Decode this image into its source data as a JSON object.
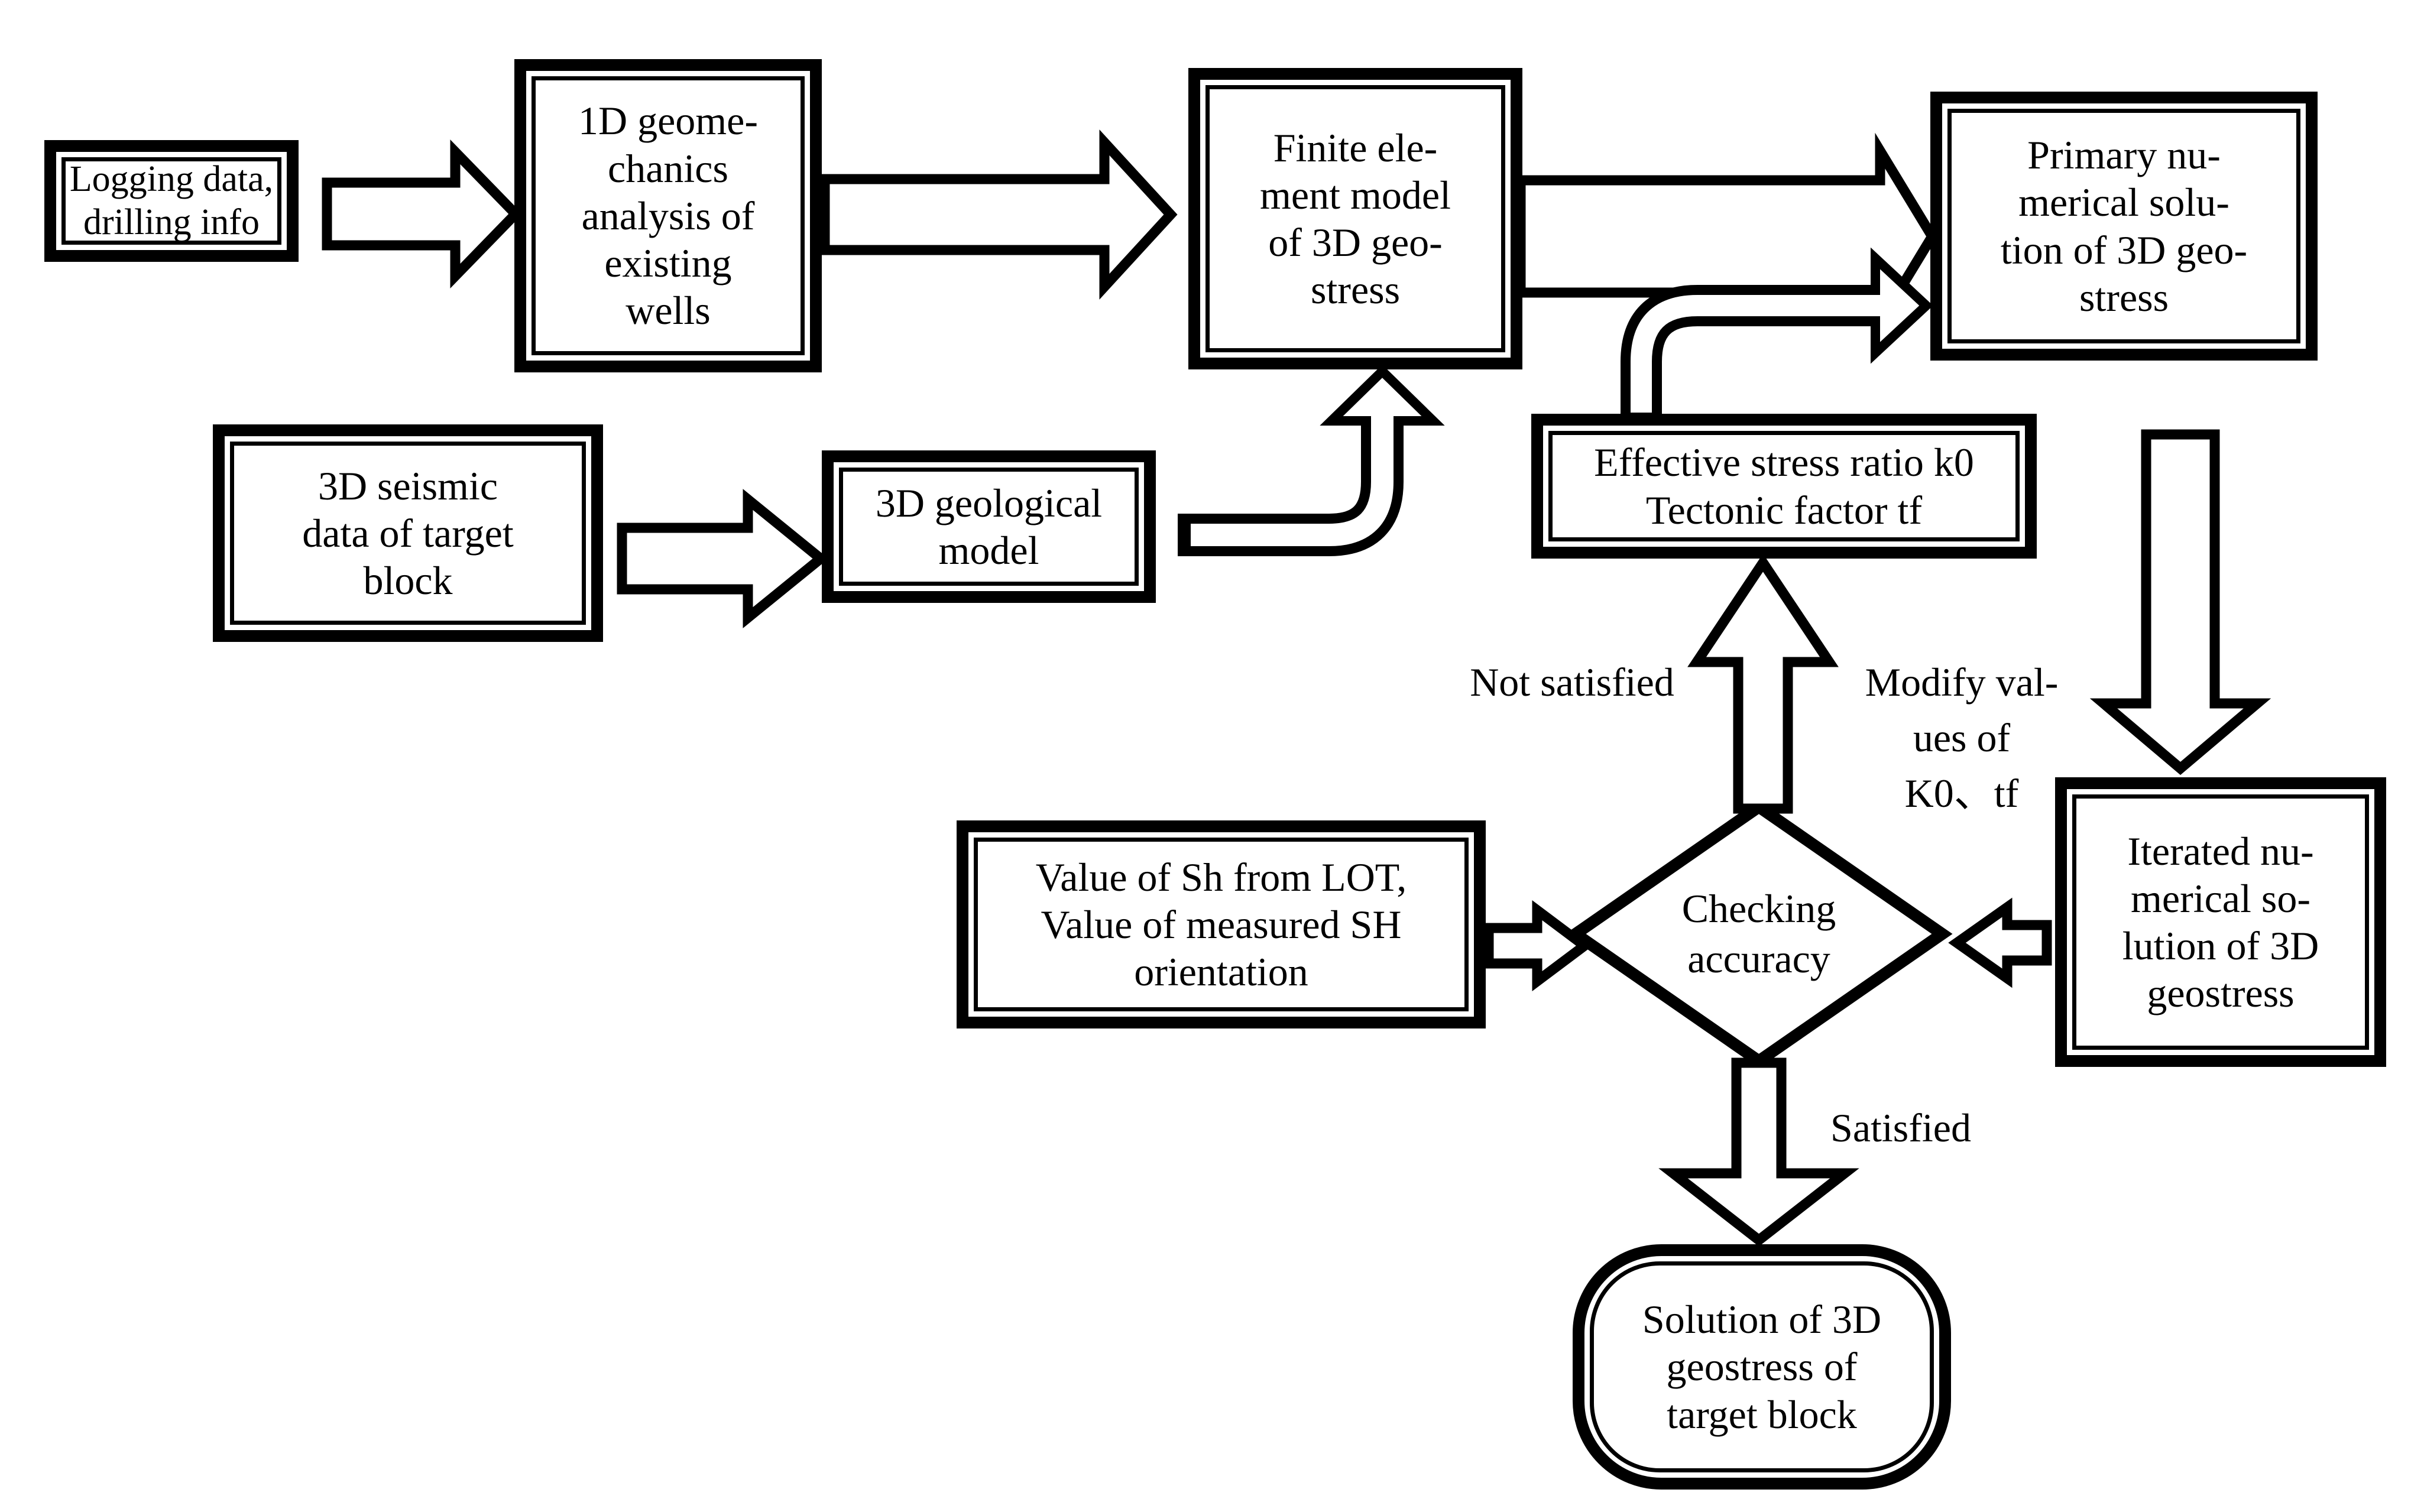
{
  "nodes": {
    "logging": {
      "lines": [
        "Logging data,",
        "drilling info"
      ]
    },
    "geomech_1d": {
      "lines": [
        "1D geome-",
        "chanics",
        "analysis of",
        "existing",
        "wells"
      ]
    },
    "finite_element": {
      "lines": [
        "Finite ele-",
        "ment model",
        "of 3D geo-",
        "stress"
      ]
    },
    "primary_solution": {
      "lines": [
        "Primary nu-",
        "merical solu-",
        "tion of 3D geo-",
        "stress"
      ]
    },
    "seismic": {
      "lines": [
        "3D seismic",
        "data of target",
        "block"
      ]
    },
    "geological_model": {
      "lines": [
        "3D geological",
        "model"
      ]
    },
    "effective_stress": {
      "lines": [
        "Effective stress ratio k0",
        "Tectonic factor tf"
      ]
    },
    "sh_lot": {
      "lines": [
        "Value of Sh from LOT,",
        "Value of measured SH",
        "orientation"
      ]
    },
    "checking": {
      "lines": [
        "Checking",
        "accuracy"
      ]
    },
    "iterated_solution": {
      "lines": [
        "Iterated nu-",
        "merical so-",
        "lution of 3D",
        "geostress"
      ]
    },
    "solution": {
      "lines": [
        "Solution of 3D",
        "geostress of",
        "target block"
      ]
    }
  },
  "labels": {
    "not_satisfied": "Not satisfied",
    "modify": {
      "lines": [
        "Modify val-",
        "ues of",
        "K0、tf"
      ]
    },
    "satisfied": "Satisfied"
  },
  "colors": {
    "ink": "#000000",
    "background": "#ffffff"
  }
}
